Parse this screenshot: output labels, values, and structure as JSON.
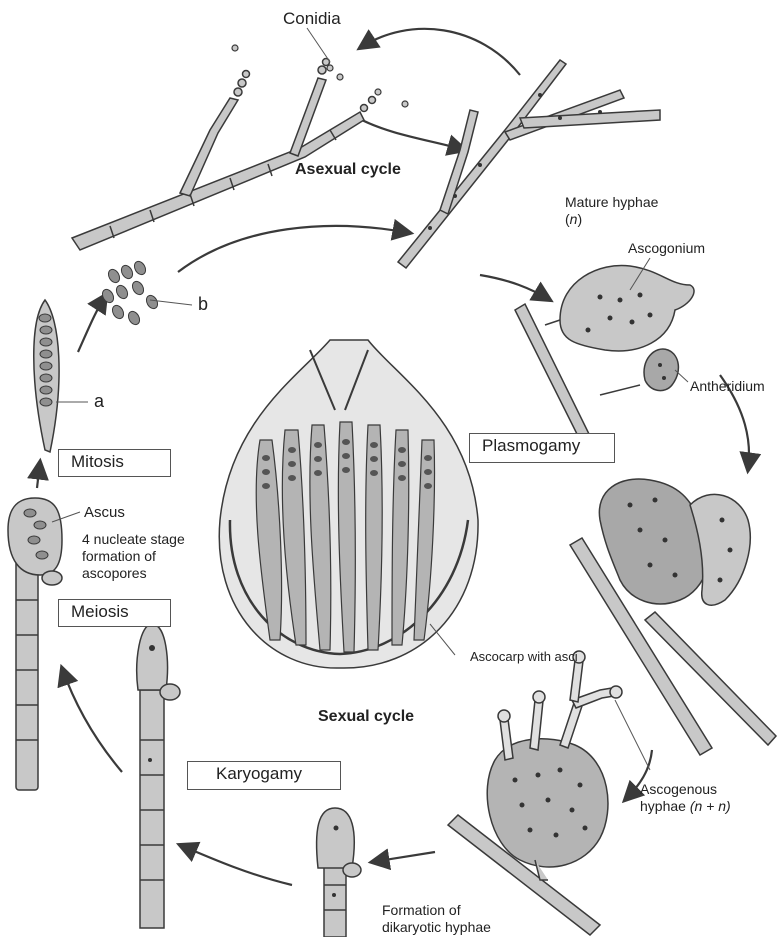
{
  "labels": {
    "conidia": "Conidia",
    "asexual_cycle": "Asexual cycle",
    "mature_hyphae": "Mature hyphae",
    "mature_hyphae_ploidy": "n",
    "ascogonium": "Ascogonium",
    "antheridium": "Antheridium",
    "b": "b",
    "a": "a",
    "ascus": "Ascus",
    "four_nucleate_line1": "4 nucleate stage",
    "four_nucleate_line2": "formation of",
    "four_nucleate_line3": "ascopores",
    "ascocarp": "Ascocarp with asci",
    "sexual_cycle": "Sexual cycle",
    "ascogenous_line1": "Ascogenous",
    "ascogenous_line2_prefix": "hyphae ",
    "ascogenous_ploidy": "(n + n)",
    "dikaryotic_line1": "Formation of",
    "dikaryotic_line2": "dikaryotic hyphae"
  },
  "stage_boxes": {
    "mitosis": "Mitosis",
    "meiosis": "Meiosis",
    "plasmogamy": "Plasmogamy",
    "karyogamy": "Karyogamy"
  },
  "colors": {
    "cell_fill": "#c8c8c8",
    "cell_dark": "#a8a8a8",
    "outline": "#3a3a3a",
    "arrow": "#3a3a3a",
    "nucleus": "#333333"
  }
}
